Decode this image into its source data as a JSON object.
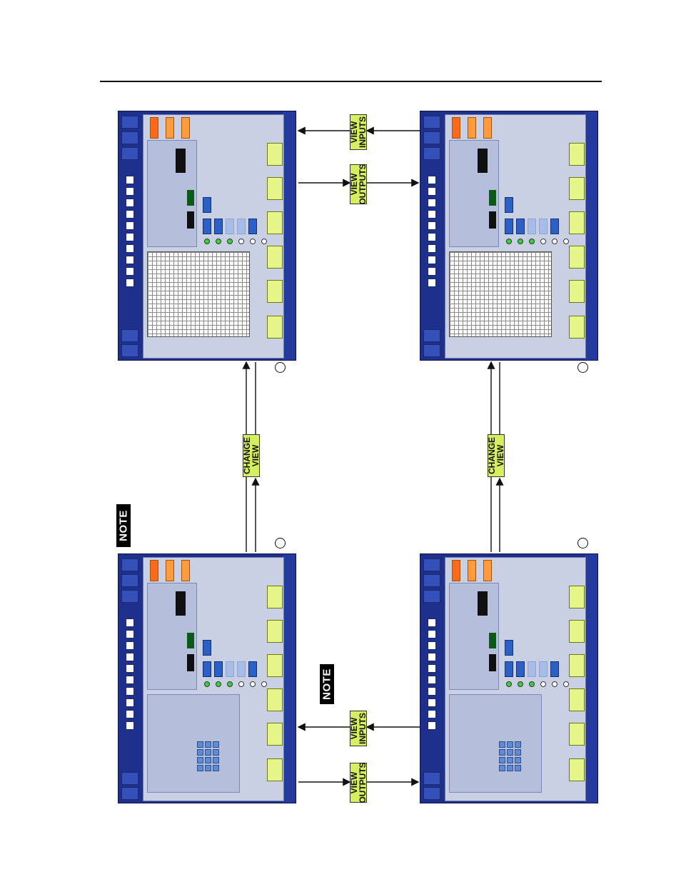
{
  "labels": {
    "view_inputs": "VIEW\nINPUTS",
    "view_outputs": "VIEW\nOUTPUTS",
    "change_view": "CHANGE\nVIEW",
    "note": "NOTE"
  },
  "colors": {
    "label_bg": "#d6ef5f",
    "panel_frame": "#1e2f8c",
    "panel_body": "#c9d0e3",
    "orange_button": "#ff9b3c",
    "selected_blue": "#2c5fc7"
  }
}
